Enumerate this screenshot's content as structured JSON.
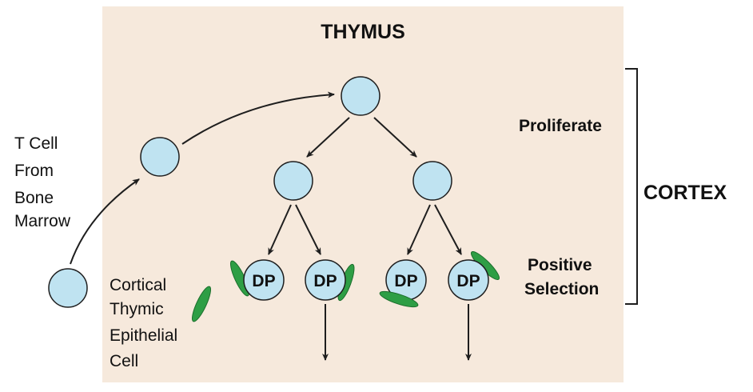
{
  "title": "THYMUS",
  "source_label": [
    "T Cell",
    "From",
    "Bone",
    "Marrow"
  ],
  "epithelial_label": [
    "Cortical",
    "Thymic",
    "Epithelial",
    "Cell"
  ],
  "dp_label": "DP",
  "stage_proliferate": "Proliferate",
  "stage_positive_selection": [
    "Positive",
    "Selection"
  ],
  "region_label": "CORTEX",
  "colors": {
    "panel": "#f6e9dc",
    "cell_fill": "#bfe3f1",
    "cell_stroke": "#1e1e1e",
    "epithelial": "#2e9e45",
    "arrow": "#1e1e1e",
    "text": "#111111"
  }
}
